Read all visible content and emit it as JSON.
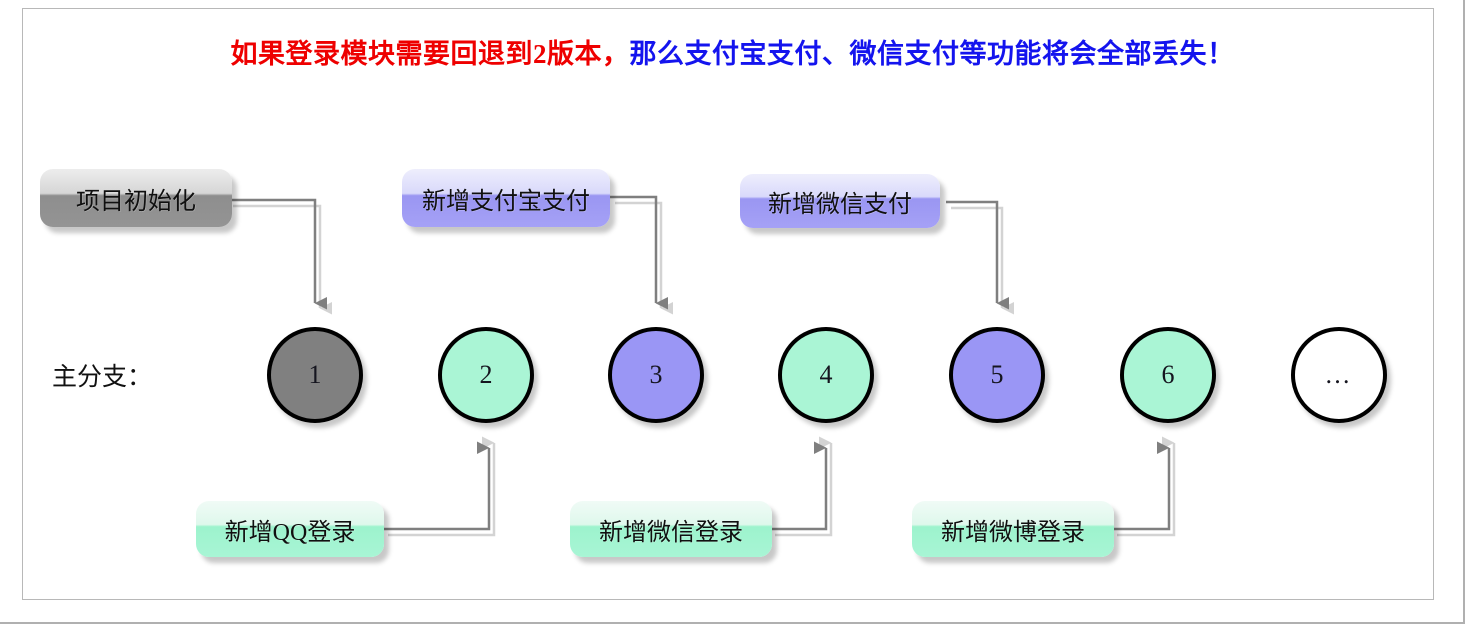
{
  "title": {
    "red_text": "如果登录模块需要回退到2版本，",
    "blue_text": "那么支付宝支付、微信支付等功能将会全部丢失！"
  },
  "branch": {
    "label": "主分支："
  },
  "colors": {
    "title_red": "#ee0000",
    "title_blue": "#1414ee",
    "node_gray": "#808080",
    "node_green": "#aaf5d5",
    "node_blue": "#9a96f5",
    "node_white": "#ffffff",
    "connector_gray": "#7f7f7f",
    "border_black": "#000000"
  },
  "nodes": [
    {
      "label": "1",
      "fill": "#808080",
      "name": "commit-node-1"
    },
    {
      "label": "2",
      "fill": "#aaf5d5",
      "name": "commit-node-2"
    },
    {
      "label": "3",
      "fill": "#9a96f5",
      "name": "commit-node-3"
    },
    {
      "label": "4",
      "fill": "#aaf5d5",
      "name": "commit-node-4"
    },
    {
      "label": "5",
      "fill": "#9a96f5",
      "name": "commit-node-5"
    },
    {
      "label": "6",
      "fill": "#aaf5d5",
      "name": "commit-node-6"
    },
    {
      "label": "…",
      "fill": "#ffffff",
      "name": "commit-node-more"
    }
  ],
  "top_boxes": [
    {
      "label": "项目初始化",
      "style": "gray",
      "target_node": "1"
    },
    {
      "label": "新增支付宝支付",
      "style": "blue",
      "target_node": "3"
    },
    {
      "label": "新增微信支付",
      "style": "blue",
      "target_node": "5"
    }
  ],
  "bottom_boxes": [
    {
      "label": "新增QQ登录",
      "style": "green",
      "target_node": "2"
    },
    {
      "label": "新增微信登录",
      "style": "green",
      "target_node": "4"
    },
    {
      "label": "新增微博登录",
      "style": "green",
      "target_node": "6"
    }
  ]
}
